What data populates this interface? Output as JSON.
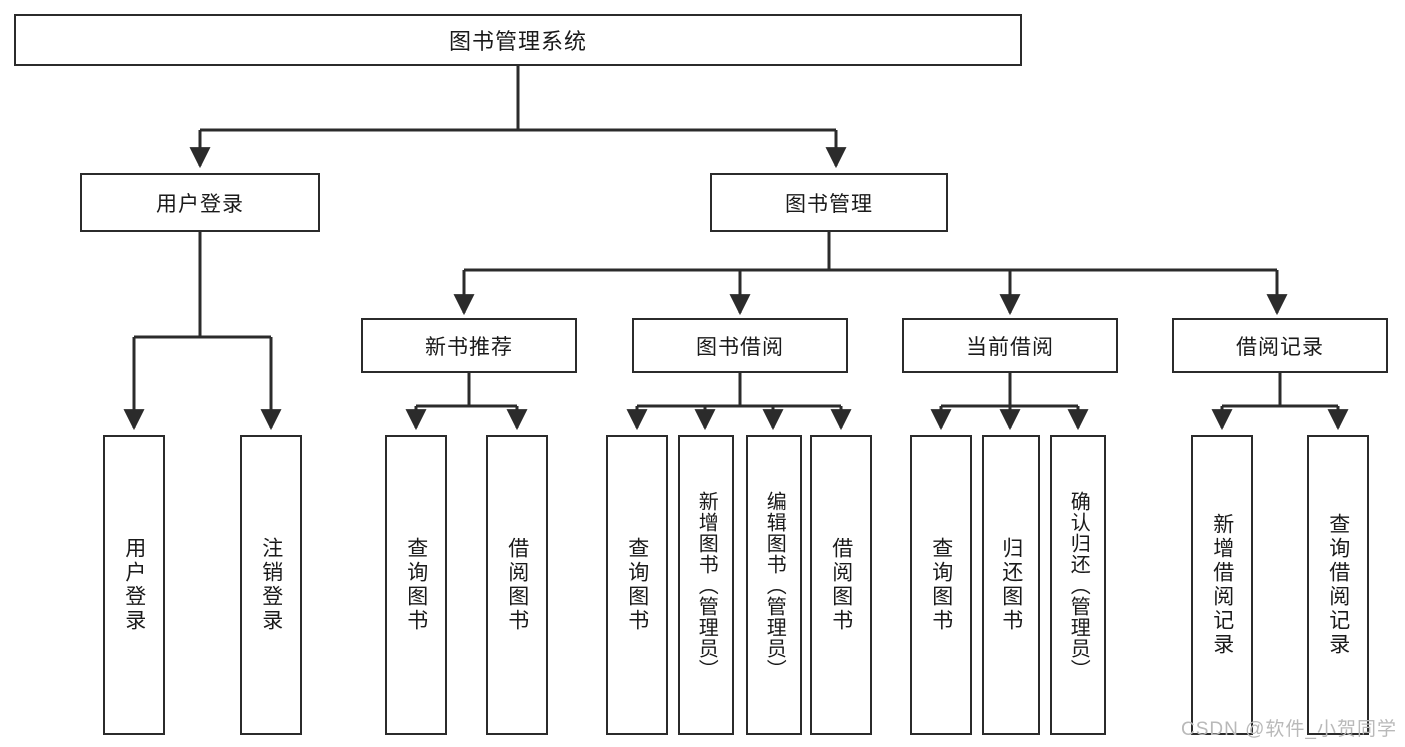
{
  "diagram": {
    "type": "tree",
    "title_node": {
      "label": "图书管理系统"
    },
    "level2": [
      {
        "label": "用户登录"
      },
      {
        "label": "图书管理"
      }
    ],
    "level3": [
      {
        "label": "新书推荐"
      },
      {
        "label": "图书借阅"
      },
      {
        "label": "当前借阅"
      },
      {
        "label": "借阅记录"
      }
    ],
    "leaves": {
      "user_login": [
        {
          "label": "用户登录"
        },
        {
          "label": "注销登录"
        }
      ],
      "new_book_recommend": [
        {
          "label": "查询图书"
        },
        {
          "label": "借阅图书"
        }
      ],
      "book_borrow": [
        {
          "label": "查询图书"
        },
        {
          "label": "新增图书（管理员）"
        },
        {
          "label": "编辑图书（管理员）"
        },
        {
          "label": "借阅图书"
        }
      ],
      "current_borrow": [
        {
          "label": "查询图书"
        },
        {
          "label": "归还图书"
        },
        {
          "label": "确认归还（管理员）"
        }
      ],
      "borrow_record": [
        {
          "label": "新增借阅记录"
        },
        {
          "label": "查询借阅记录"
        }
      ]
    }
  },
  "watermark": {
    "text": "CSDN @软件_小贺同学"
  },
  "colors": {
    "stroke": "#2b2b2b",
    "background": "#ffffff",
    "text": "#1a1a1a",
    "watermark": "#b9b9b9"
  }
}
